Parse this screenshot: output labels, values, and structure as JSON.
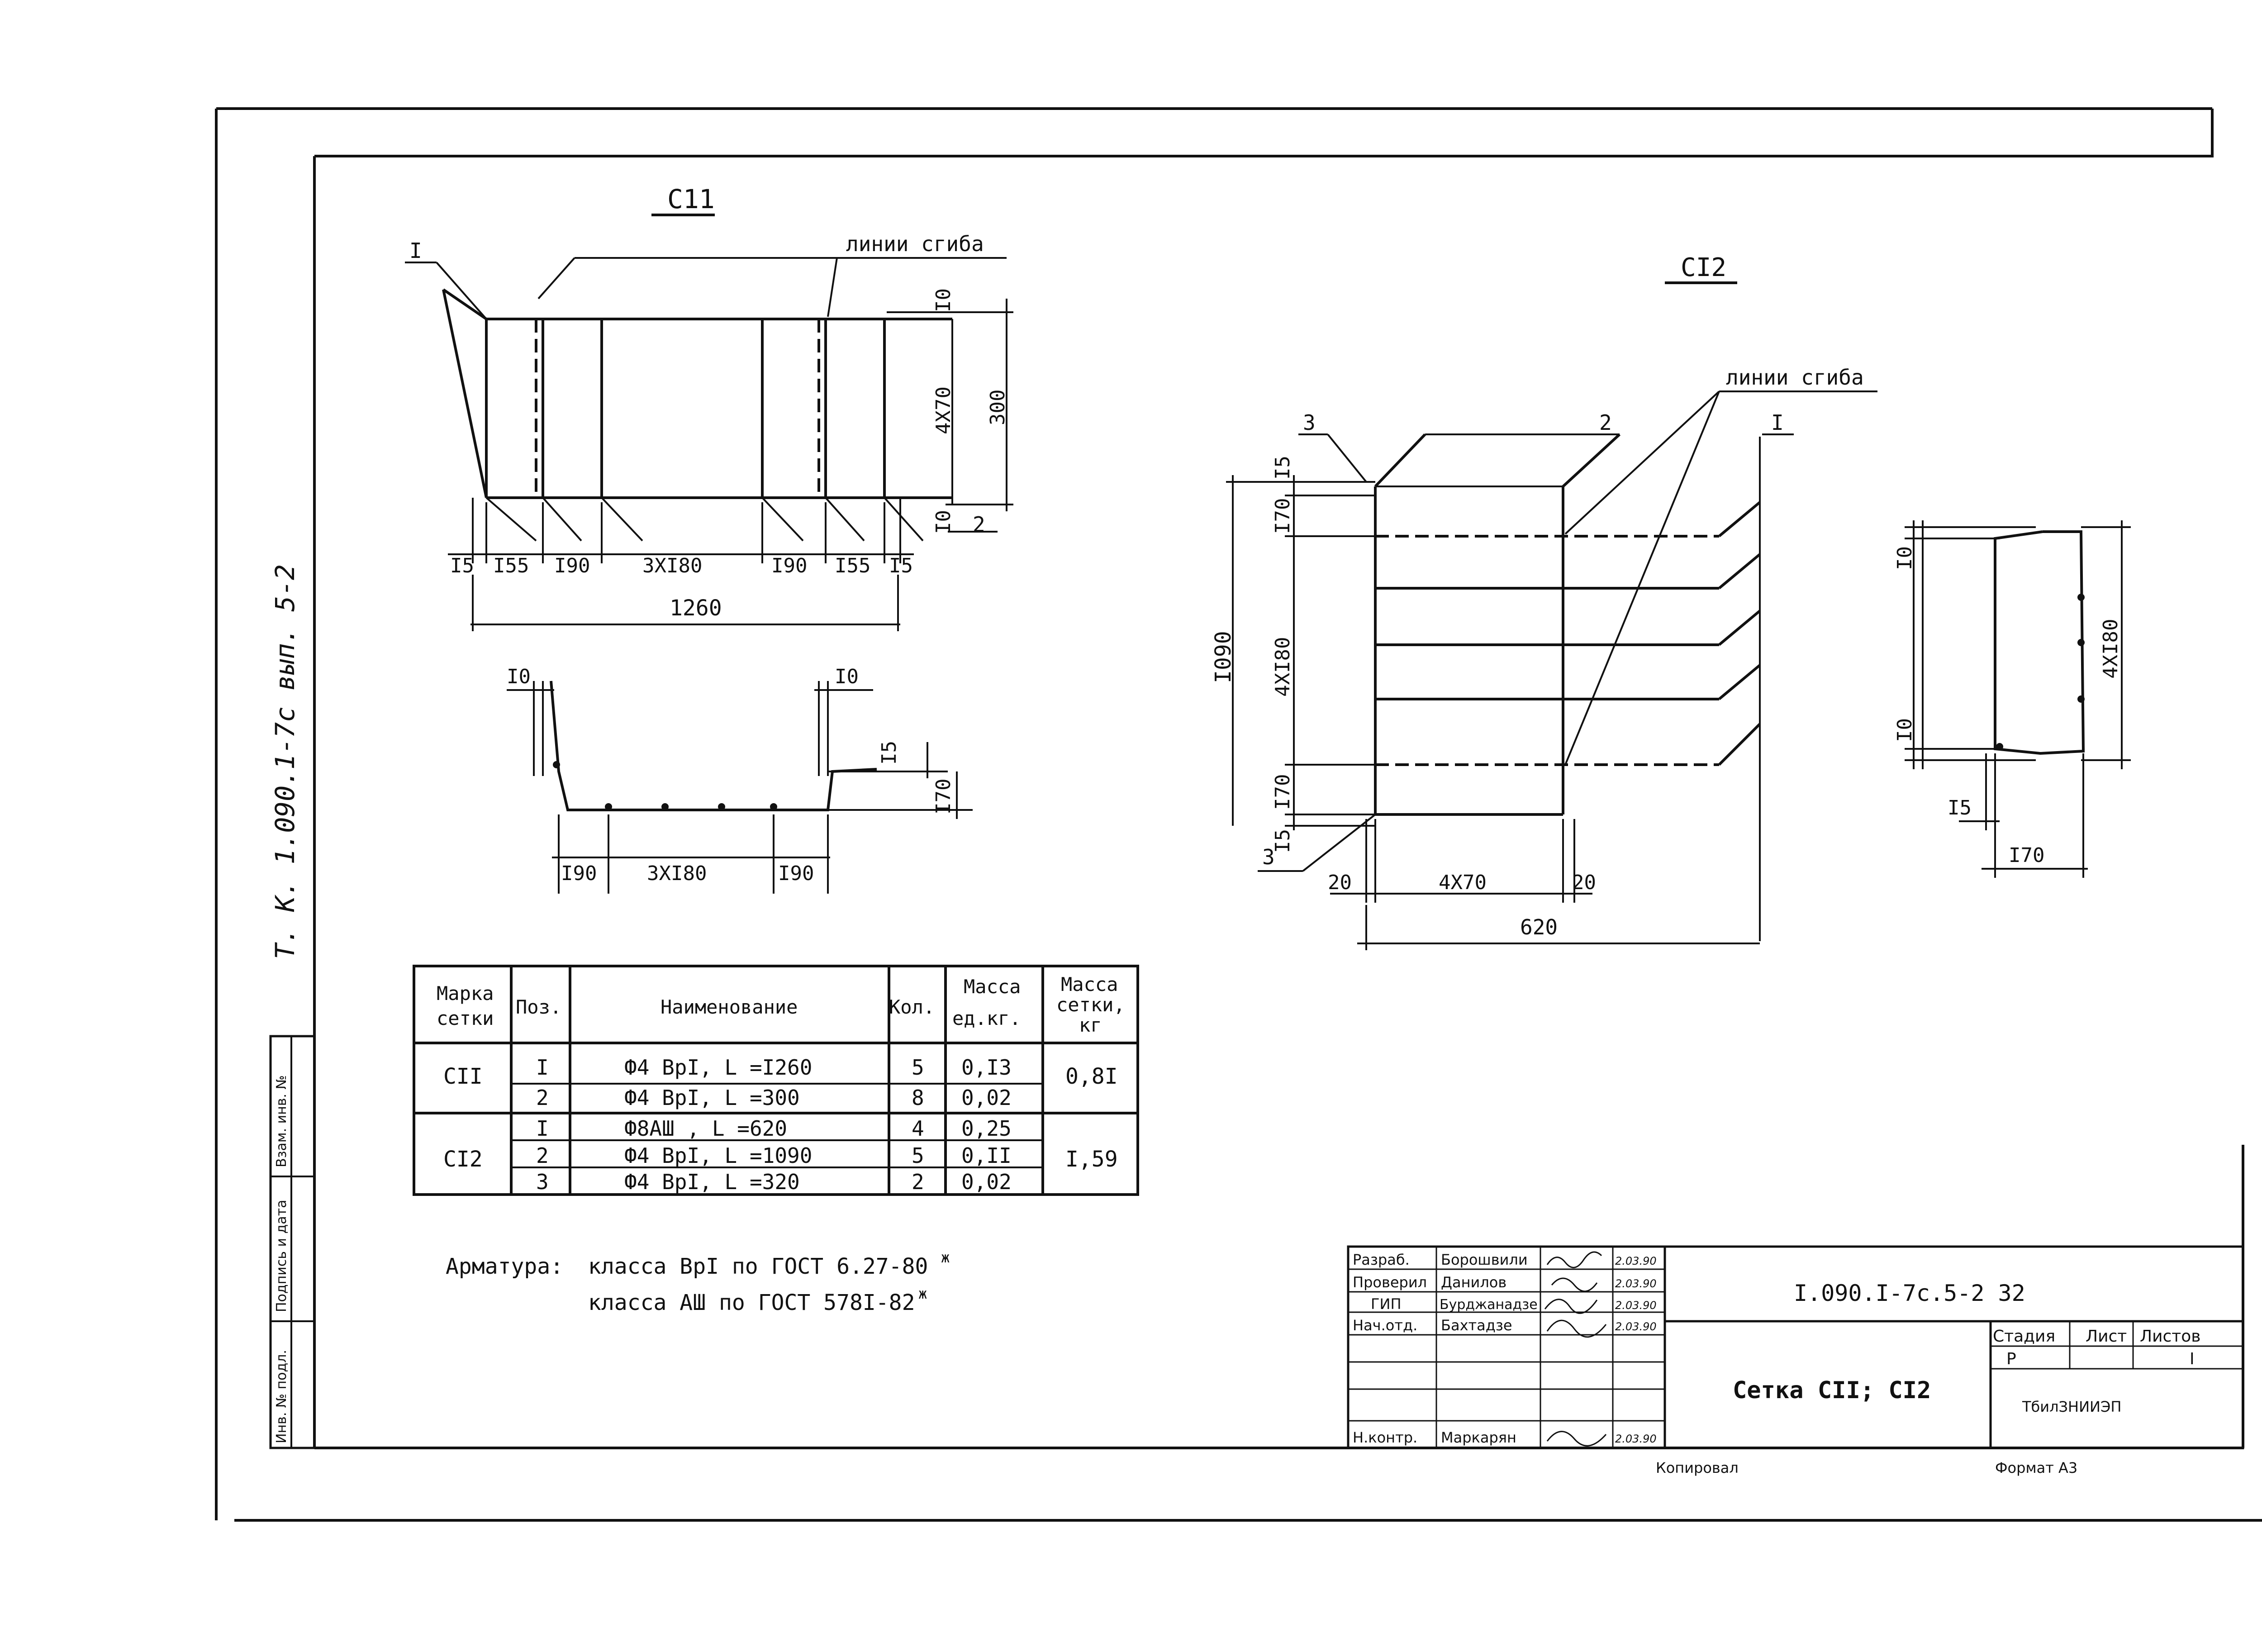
{
  "side_stamp": "Т. К.  1.090.1-7с  вып. 5-2",
  "left_strip": {
    "inv": "Инв. № подл.",
    "sign": "Подпись и дата",
    "vzam": "Взам. инв. №"
  },
  "view_c11": {
    "title": "С11",
    "bend_label": "линии сгиба",
    "callout_1": "I",
    "callout_2": "2",
    "dims": {
      "d10a": "I0",
      "d4x70": "4Х70",
      "d300": "300",
      "d10b": "I0",
      "b15a": "I5",
      "b155a": "I55",
      "b190a": "I90",
      "b3x180": "3ХI80",
      "b190b": "I90",
      "b155b": "I55",
      "b15b": "I5",
      "total": "1260"
    }
  },
  "view_c11_section": {
    "d10l": "I0",
    "d10r": "I0",
    "d15": "I5",
    "d170": "I70",
    "b190a": "I90",
    "b3x180": "3ХI80",
    "b190b": "I90"
  },
  "view_c12": {
    "title": "СI2",
    "bend_label": "линии сгиба",
    "callout_3a": "3",
    "callout_2": "2",
    "callout_1": "I",
    "callout_3b": "3",
    "dims": {
      "d15t": "I5",
      "d170t": "I70",
      "d4x180": "4ХI80",
      "d170b": "I70",
      "d15b": "I5",
      "d1090": "I090",
      "b20a": "20",
      "b4x70": "4Х70",
      "b20b": "20",
      "total": "620"
    }
  },
  "view_c12_section": {
    "d10t": "I0",
    "d4x180": "4ХI80",
    "d10b": "I0",
    "d15": "I5",
    "d170": "I70"
  },
  "spec_table": {
    "headers": {
      "mark": [
        "Марка",
        "сетки"
      ],
      "pos": "Поз.",
      "name": "Наименование",
      "qty": "Кол.",
      "unit_mass": [
        "Масса",
        "ед.кг."
      ],
      "mesh_mass": [
        "Масса",
        "сетки,",
        "кг"
      ]
    },
    "groups": [
      {
        "mark": "СII",
        "mesh_mass": "0,8I",
        "rows": [
          {
            "pos": "I",
            "name": "Ф4 ВрI, L =I260",
            "qty": "5",
            "mass": "0,I3"
          },
          {
            "pos": "2",
            "name": "Ф4 ВрI, L =300",
            "qty": "8",
            "mass": "0,02"
          }
        ]
      },
      {
        "mark": "СI2",
        "mesh_mass": "I,59",
        "rows": [
          {
            "pos": "I",
            "name": "Ф8АШ ,   L =620",
            "qty": "4",
            "mass": "0,25"
          },
          {
            "pos": "2",
            "name": "Ф4 ВрI, L =1090",
            "qty": "5",
            "mass": "0,II"
          },
          {
            "pos": "3",
            "name": "Ф4 ВрI, L =320",
            "qty": "2",
            "mass": "0,02"
          }
        ]
      }
    ]
  },
  "notes": {
    "label": "Арматура:",
    "line1": "класса ВрI по ГОСТ 6.27-80",
    "line1_sup": "ж",
    "line2": "класса АШ  по ГОСТ 578I-82",
    "line2_sup": "ж"
  },
  "title_block": {
    "roles": [
      "Разраб.",
      "Проверил",
      "ГИП",
      "Нач.отд.",
      "",
      "",
      "Н.контр."
    ],
    "names": [
      "Борошвили",
      "Данилов",
      "Бурджанадзе",
      "Бахтадзе",
      "",
      "",
      "Маркарян"
    ],
    "dates": [
      "2.03.90",
      "2.03.90",
      "2.03.90",
      "2.03.90",
      "",
      "",
      "2.03.90"
    ],
    "doc_code": "I.090.I-7с.5-2 32",
    "title": "Сетка  СII; СI2",
    "stage_label": "Стадия",
    "sheet_label": "Лист",
    "sheets_label": "Листов",
    "stage": "Р",
    "sheets": "I",
    "org": "ТбилЗНИИЭП"
  },
  "footer": {
    "copied": "Копировал",
    "format": "Формат А3"
  }
}
